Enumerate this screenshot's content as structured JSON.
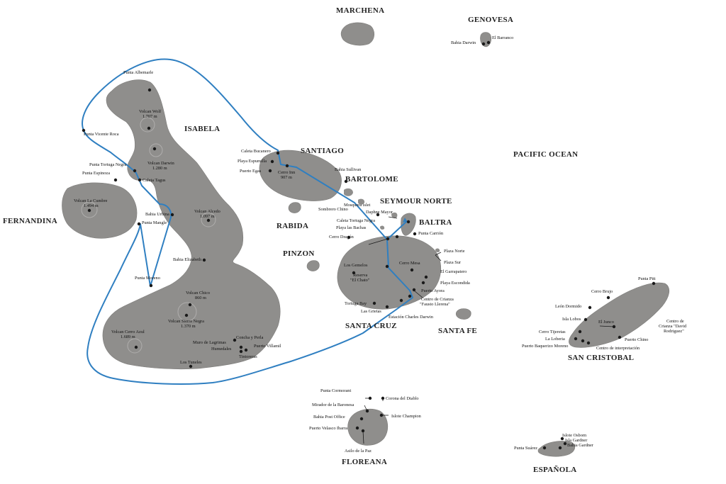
{
  "islands": {
    "marchena": "MARCHENA",
    "genovesa": "GENOVESA",
    "isabela": "ISABELA",
    "fernandina": "FERNANDINA",
    "santiago": "SANTIAGO",
    "bartolome": "BARTOLOME",
    "seymour_norte": "SEYMOUR NORTE",
    "baltra": "BALTRA",
    "rabida": "RABIDA",
    "pinzon": "PINZON",
    "santa_cruz": "SANTA CRUZ",
    "santa_fe": "SANTA FE",
    "san_cristobal": "SAN CRISTOBAL",
    "floreana": "FLOREANA",
    "espanola": "ESPAÑOLA"
  },
  "ocean": "PACIFIC OCEAN",
  "sites": {
    "bahia_darwin": "Bahia Darwin",
    "el_barranco": "El Barranco",
    "punta_albemarle": "Punta Albemarle",
    "volcan_wolf": "Volcan Wolf",
    "volcan_wolf_h": "1.707 m",
    "punta_vicente_roca": "Punta Vicente Roca",
    "volcan_darwin": "Volcan Darwin",
    "volcan_darwin_h": "1.280 m",
    "punta_tortuga_negra": "Punta Tortuga Negra",
    "punta_espinoza": "Punta Espinoza",
    "caleta_tagus": "Caleta Tagus",
    "volcan_la_cumbre": "Volcan La Cumbre",
    "volcan_la_cumbre_h": "1.494 m",
    "bahia_urbina": "Bahia Urbina",
    "punta_mangle": "Punta Mangle",
    "volcan_alcedo": "Volcan Alcedo",
    "volcan_alcedo_h": "1.097 m",
    "bahia_elizabeth": "Bahia Elizabeth",
    "punta_moreno": "Punta Moreno",
    "volcan_chico": "Volcan Chico",
    "volcan_chico_h": "860 m",
    "volcan_sierra_negra": "Volcan Sierra Negra",
    "volcan_sierra_negra_h": "1.370 m",
    "volcan_cerro_azul": "Volcan Cerro Azul",
    "volcan_cerro_azul_h": "1.689 m",
    "concha_y_perla": "Concha y Perla",
    "muro_de_lagrimas": "Muro de Lagrimas",
    "humedales": "Humedales",
    "puerto_villamil": "Puerto Villamil",
    "tintoreras": "Tintoreras",
    "los_tuneles": "Los Tuneles",
    "caleta_bucanero": "Caleta Bucanero",
    "playa_espumilla": "Playa Espumilla",
    "puerto_egas": "Puerto Egas",
    "cerro_inn": "Cerro Inn",
    "cerro_inn_h": "907 m",
    "bahia_sullivan": "Bahia Sullivan",
    "mosquera_islet": "Mosquera islet",
    "sombrero_chino": "Sombrero Chino",
    "daphne_mayor": "Daphne Mayor",
    "caleta_tortuga_negra": "Caleta Tortuga Negra",
    "playa_las_bachas": "Playa las Bachas",
    "cerro_dragon": "Cerro Dragón",
    "punta_carrion": "Punta Carrión",
    "plaza_norte": "Plaza Norte",
    "plaza_sur": "Plaza Sur",
    "los_gemelos": "Los Gemelos",
    "cerro_mesa": "Cerro Mesa",
    "el_garrapatero": "El Garrapatero",
    "reserva_el_chato_1": "Reserva",
    "reserva_el_chato_2": "\"El Chato\"",
    "playa_escondida": "Playa Escondida",
    "puerto_ayora": "Puerto Ayora",
    "centro_crianza_1": "Centro de Crianza",
    "centro_crianza_2": "\"Fausto Llerena\"",
    "tortuga_bay": "Tortuga Bay",
    "las_grietas": "Las Grietas",
    "estacion_darwin": "Estación Charles Darwin",
    "punta_pitt": "Punta Pitt",
    "cerro_brujo": "Cerro Brujo",
    "leon_dormido": "León Dormido",
    "isla_lobos": "Isla Lobos",
    "el_junco": "El Junco",
    "centro_crianza_dr_1": "Centro de",
    "centro_crianza_dr_2": "Crianza \"David",
    "centro_crianza_dr_3": "Rodriguez\"",
    "cerro_tijeretas": "Cerro Tijeretas",
    "la_loberia": "La Loberia",
    "puerto_chino": "Puerto Chino",
    "puerto_baquerizo": "Puerto Baquerizo Moreno",
    "centro_interpretacion": "Centro de interpretación",
    "punta_cormorant": "Punta Cormorant",
    "corona_del_diablo": "Corona del Diablo",
    "mirador_baronesa": "Mirador de la Baronesa",
    "islote_champion": "Islote Champion",
    "bahia_post_office": "Bahia Post Office",
    "puerto_velasco_ibarra": "Puerto Velasco Ibarra",
    "asilo_de_la_paz": "Asilo de la Paz",
    "islote_osborn": "Islote Osborn",
    "isla_gardner": "Isla Gardner",
    "bahia_gardner": "Bahia Gardner",
    "punta_suarez": "Punta Suárez"
  },
  "colors": {
    "land": "#8f8e8c",
    "route": "#2f7fc1",
    "ink": "#111111"
  }
}
